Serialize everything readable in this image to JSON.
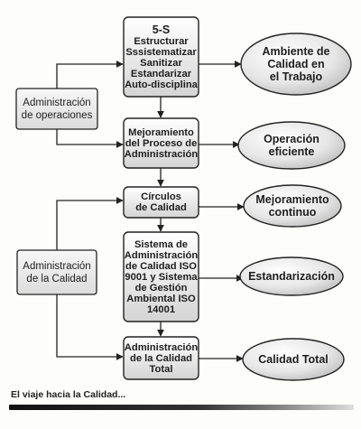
{
  "process_steps": [
    {
      "title": "5-S",
      "lines": [
        "Estructurar",
        "Sssistematizar",
        "Sanitizar",
        "Estandarizar",
        "Auto-disciplina"
      ]
    },
    {
      "text": "Mejoramiento\ndel Proceso de\nAdministración"
    },
    {
      "text": "Círculos\nde Calidad"
    },
    {
      "text": "Sistema de\nAdministración\nde Calidad ISO\n9001 y Sistema\nde Gestión\nAmbiental ISO\n14001"
    },
    {
      "text": "Administración\nde la Calidad\nTotal"
    }
  ],
  "outcomes": [
    "Ambiente de\nCalidad en\nel Trabajo",
    "Operación\neficiente",
    "Mejoramiento\ncontinuo",
    "Estandarización",
    "Calidad Total"
  ],
  "groups": {
    "operations": "Administración\nde operaciones",
    "quality": "Administración\nde la Calidad"
  },
  "caption": "El viaje hacia la Calidad...",
  "colors": {
    "box_fill_top": "#ffffff",
    "box_fill_bottom": "#d4d4d4",
    "oval_fill_light": "#ffffff",
    "oval_fill_dark": "#bdbdbd",
    "stroke": "#222222"
  }
}
